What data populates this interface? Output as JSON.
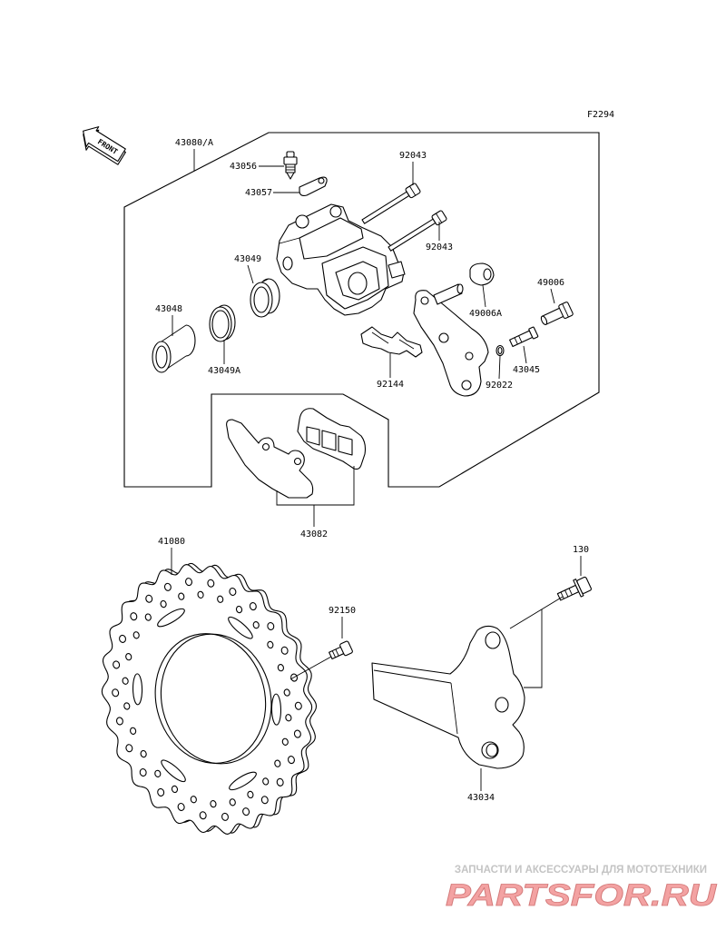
{
  "diagram": {
    "code": "F2294",
    "front_arrow_label": "FRONT"
  },
  "callouts": [
    "43080/A",
    "43056",
    "43057",
    "92043",
    "92043",
    "43049",
    "49006",
    "43048",
    "49006A",
    "43045",
    "43049A",
    "92144",
    "92022",
    "43082",
    "41080",
    "130",
    "92150",
    "43034"
  ],
  "watermark": {
    "tagline": "ЗАПЧАСТИ И АКСЕССУАРЫ ДЛЯ МОТОТЕХНИКИ",
    "logo": "PARTSFOR.RU"
  },
  "colors": {
    "background": "#ffffff",
    "line": "#000000",
    "watermark_tagline": "#c4c4c4",
    "logo_fill": "#f3a2a2",
    "logo_stroke": "#d27878"
  }
}
